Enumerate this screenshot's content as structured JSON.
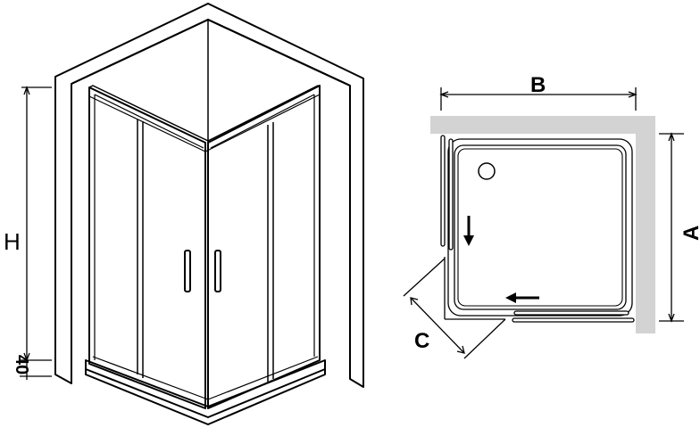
{
  "labels": {
    "height": "H",
    "base_height": "40",
    "width_b": "B",
    "depth_a": "A",
    "entry_c": "C"
  },
  "colors": {
    "wall_fill": "#d3d3d3",
    "line": "#000000",
    "background": "#ffffff"
  },
  "icons": {
    "door_arrow_vertical": "arrow-down-icon",
    "door_arrow_horizontal": "arrow-left-icon",
    "drain": "drain-icon"
  }
}
